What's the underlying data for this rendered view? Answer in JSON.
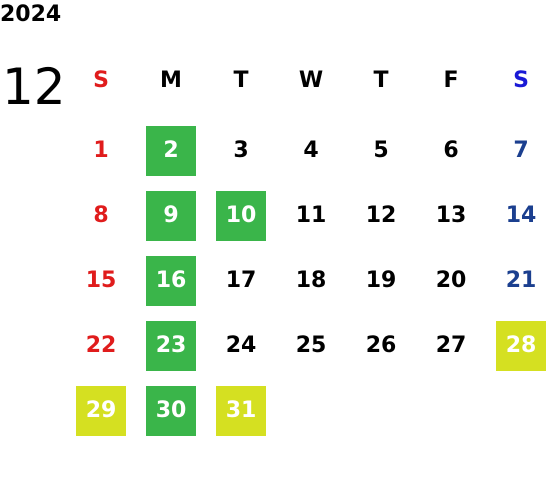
{
  "calendar": {
    "year": "2024",
    "month": "12",
    "weekdays": [
      "S",
      "M",
      "T",
      "W",
      "T",
      "F",
      "S"
    ],
    "days": {
      "d1": "1",
      "d2": "2",
      "d3": "3",
      "d4": "4",
      "d5": "5",
      "d6": "6",
      "d7": "7",
      "d8": "8",
      "d9": "9",
      "d10": "10",
      "d11": "11",
      "d12": "12",
      "d13": "13",
      "d14": "14",
      "d15": "15",
      "d16": "16",
      "d17": "17",
      "d18": "18",
      "d19": "19",
      "d20": "20",
      "d21": "21",
      "d22": "22",
      "d23": "23",
      "d24": "24",
      "d25": "25",
      "d26": "26",
      "d27": "27",
      "d28": "28",
      "d29": "29",
      "d30": "30",
      "d31": "31"
    },
    "highlight_colors": {
      "green": "#3ab54a",
      "yellow": "#d5e021",
      "sunday": "#e01c1c",
      "saturday": "#1b3f8f"
    }
  }
}
